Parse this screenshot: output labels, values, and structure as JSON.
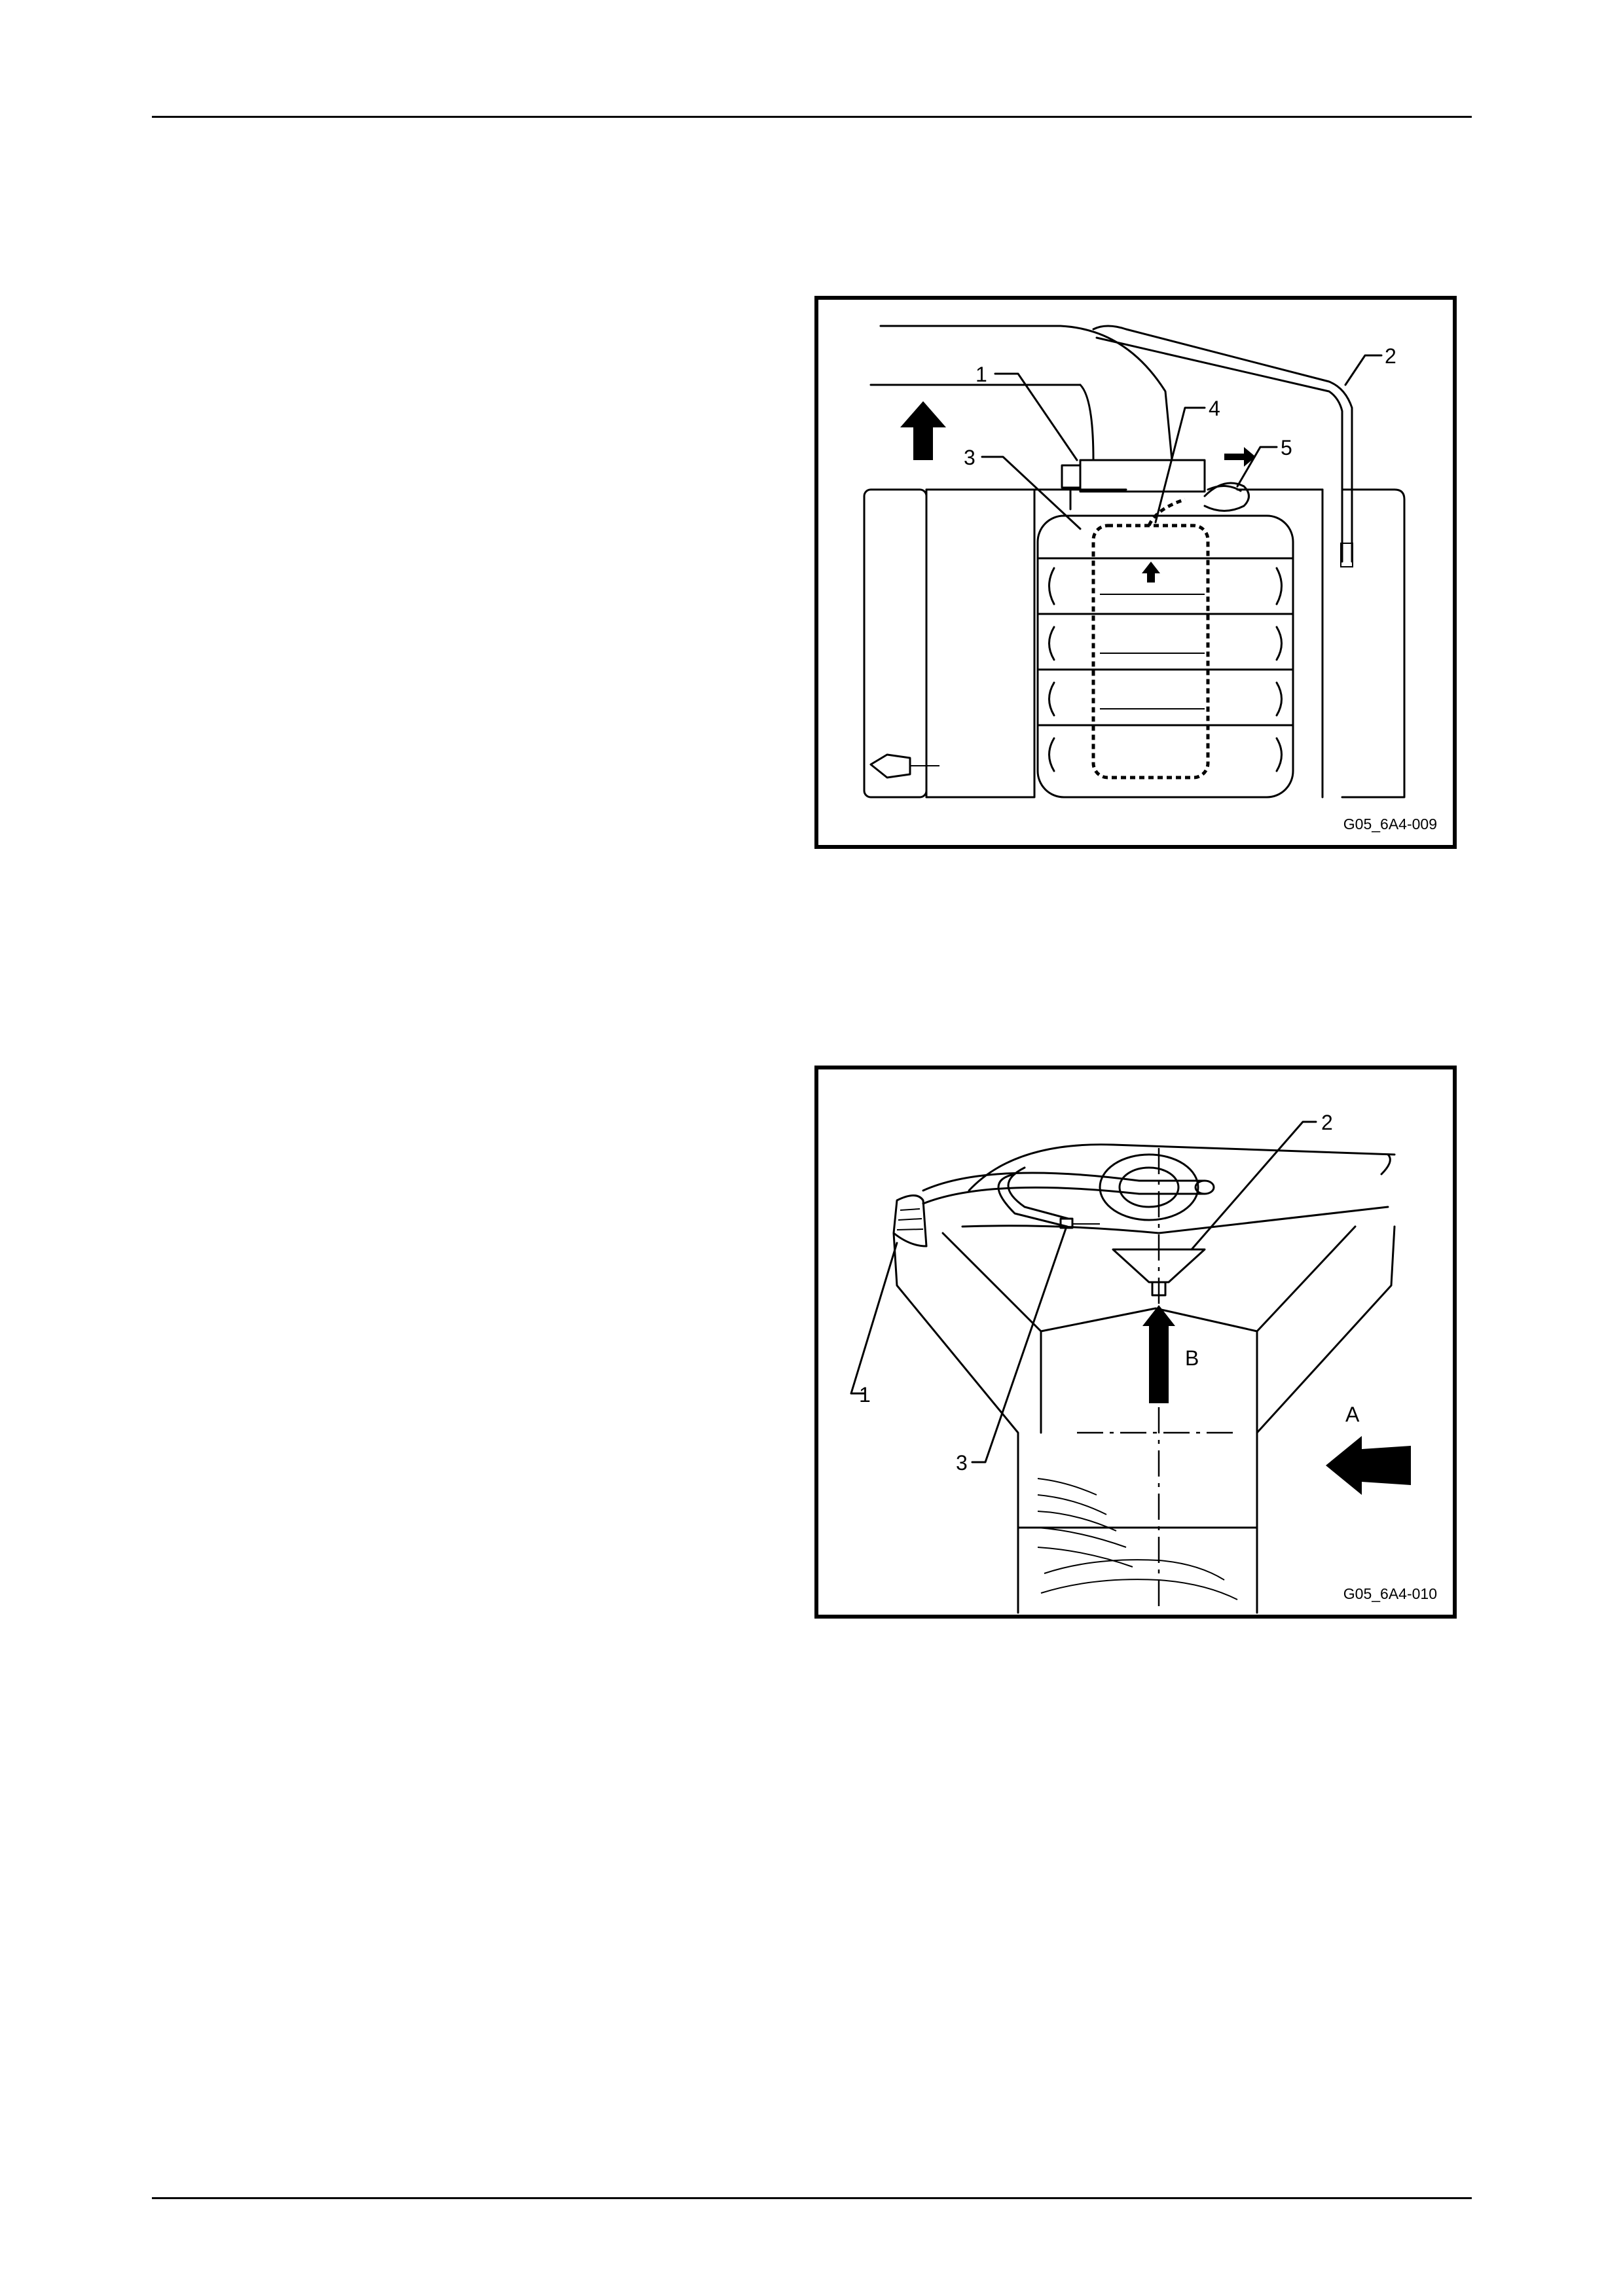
{
  "figures": [
    {
      "code": "G05_6A4-009",
      "callouts": [
        "1",
        "2",
        "3",
        "4",
        "5"
      ]
    },
    {
      "code": "G05_6A4-010",
      "callouts": [
        "1",
        "2",
        "3",
        "A",
        "B"
      ]
    }
  ]
}
